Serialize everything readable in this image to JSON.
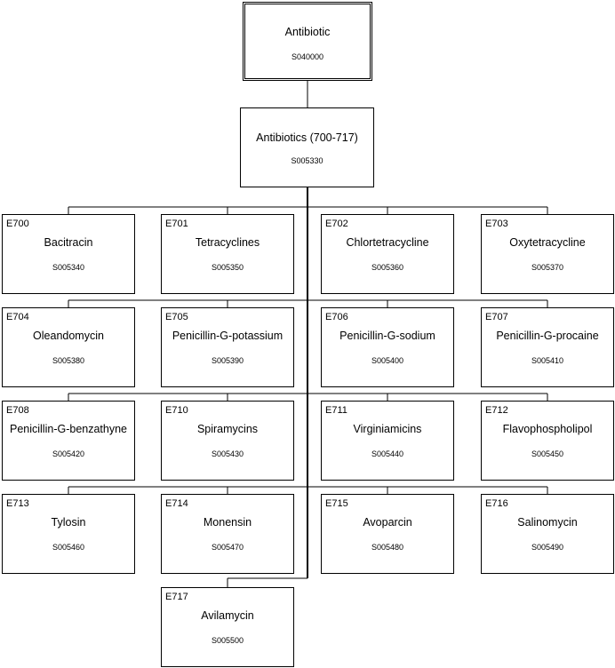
{
  "root": {
    "name": "Antibiotic",
    "id": "S040000"
  },
  "group": {
    "name": "Antibiotics (700-717)",
    "id": "S005330"
  },
  "items": [
    {
      "code": "E700",
      "name": "Bacitracin",
      "id": "S005340"
    },
    {
      "code": "E701",
      "name": "Tetracyclines",
      "id": "S005350"
    },
    {
      "code": "E702",
      "name": "Chlortetracycline",
      "id": "S005360"
    },
    {
      "code": "E703",
      "name": "Oxytetracycline",
      "id": "S005370"
    },
    {
      "code": "E704",
      "name": "Oleandomycin",
      "id": "S005380"
    },
    {
      "code": "E705",
      "name": "Penicillin-G-potassium",
      "id": "S005390"
    },
    {
      "code": "E706",
      "name": "Penicillin-G-sodium",
      "id": "S005400"
    },
    {
      "code": "E707",
      "name": "Penicillin-G-procaine",
      "id": "S005410"
    },
    {
      "code": "E708",
      "name": "Penicillin-G-benzathyne",
      "id": "S005420"
    },
    {
      "code": "E710",
      "name": "Spiramycins",
      "id": "S005430"
    },
    {
      "code": "E711",
      "name": "Virginiamicins",
      "id": "S005440"
    },
    {
      "code": "E712",
      "name": "Flavophospholipol",
      "id": "S005450"
    },
    {
      "code": "E713",
      "name": "Tylosin",
      "id": "S005460"
    },
    {
      "code": "E714",
      "name": "Monensin",
      "id": "S005470"
    },
    {
      "code": "E715",
      "name": "Avoparcin",
      "id": "S005480"
    },
    {
      "code": "E716",
      "name": "Salinomycin",
      "id": "S005490"
    },
    {
      "code": "E717",
      "name": "Avilamycin",
      "id": "S005500"
    }
  ]
}
